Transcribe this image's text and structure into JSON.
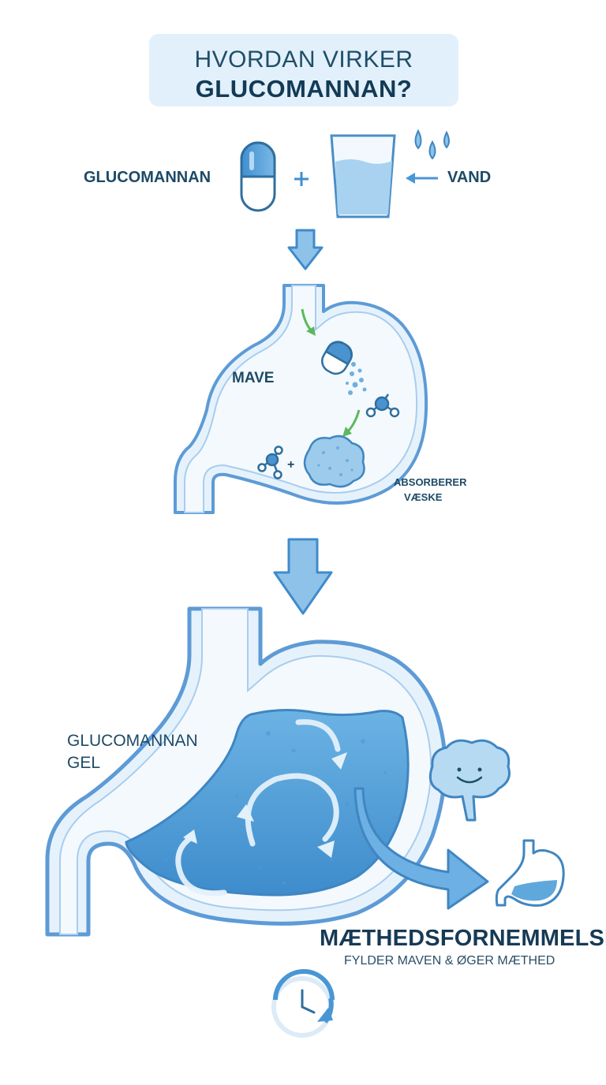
{
  "title": {
    "line1": "HVORDAN VIRKER",
    "line2": "GLUCOMANNAN?"
  },
  "ingredients": {
    "capsule_label": "GLUCOMANNAN",
    "plus": "+",
    "water_label": "VAND"
  },
  "stomach_small": {
    "label": "MAVE",
    "absorb_line1": "ABSORBERER",
    "absorb_line2": "VÆSKE",
    "plus": "+"
  },
  "stomach_large": {
    "gel_line1": "GLUCOMANNAN",
    "gel_line2": "GEL"
  },
  "result": {
    "title": "MÆTHEDSFORNEMMELSE",
    "subtitle": "FYLDER MAVEN & ØGER MÆTHED"
  },
  "icons": [
    "capsule-icon",
    "water-glass-icon",
    "water-drops-icon",
    "arrow-down-icon",
    "molecule-icon",
    "gel-blob-icon",
    "brain-smile-icon",
    "small-stomach-icon",
    "clock-icon"
  ],
  "colors": {
    "stomach_outline": "#5d9bd6",
    "stomach_fill": "#e6f2fb",
    "gel_fill": "#5fa8dc",
    "arrow": "#4a96d4",
    "green_arrow": "#5cb85c",
    "text_dark": "#163a55"
  }
}
